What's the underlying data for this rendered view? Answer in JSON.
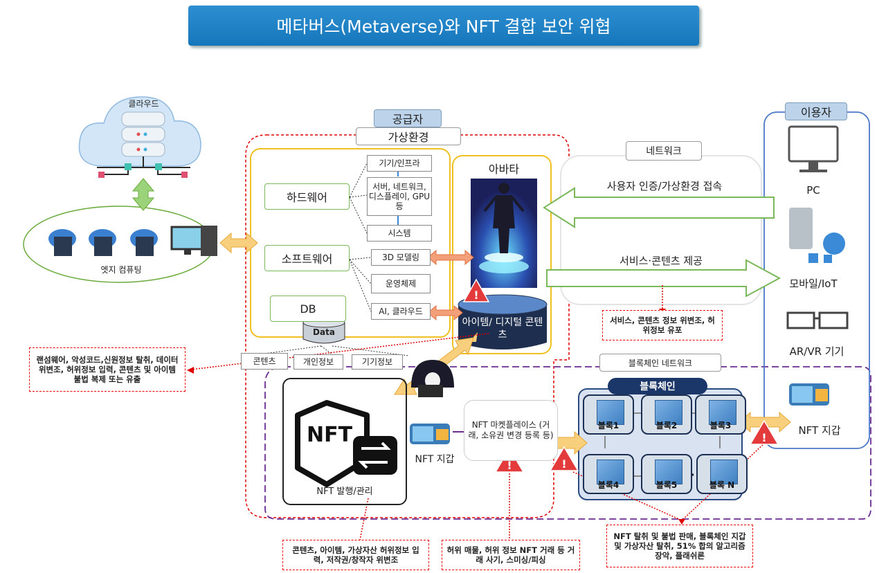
{
  "title": "메타버스(Metaverse)와 NFT 결합 보안 위협",
  "cloud": {
    "label": "클라우드"
  },
  "edge": {
    "label": "엣지 컴퓨팅"
  },
  "supplier": {
    "tag": "공급자",
    "virtual_env": "가상환경",
    "hardware": "하드웨어",
    "software": "소프트웨어",
    "db": "DB",
    "data_cyl": "Data",
    "hw_items": [
      "기기/인프라",
      "서버, 네트워크, 디스플레이, GPU 등",
      "시스템"
    ],
    "sw_items": [
      "3D 모델링",
      "운영체제",
      "AI, 클라우드"
    ],
    "data_items": [
      "콘텐츠",
      "개인정보",
      "기기정보"
    ],
    "avatar": "아바타",
    "items_contents": "아이템/ 디지털 콘텐츠"
  },
  "network": {
    "title": "네트워크",
    "auth": "사용자 인증/가상환경 접속",
    "service": "서비스·콘텐츠 제공"
  },
  "user": {
    "tag": "이용자",
    "pc": "PC",
    "mobile": "모바일/IoT",
    "arvr": "AR/VR 기기",
    "wallet": "NFT 지갑"
  },
  "blockchain": {
    "network": "블록체인 네트워크",
    "title": "블록체인",
    "blocks": [
      "블록1",
      "블록2",
      "블록3",
      "블록4",
      "블록5",
      "블록 N"
    ]
  },
  "nft": {
    "logo": "NFT",
    "manage": "NFT 발행/관리",
    "wallet": "NFT 지갑",
    "market": "NFT 마켓플레이스 (거래, 소유권 변경 등록 등)"
  },
  "threats": {
    "ransomware": "랜섬웨어, 악성코드,신원정보 탈취, 데이터 위변조, 허위정보 입력, 콘텐츠 및 아이템 불법 복제 또는 유출",
    "service": "서비스, 콘텐츠 정보 위변조, 허위정보 유포",
    "content": "콘텐츠, 아이템, 가상자산 허위정보 입력, 저작권/창작자 위변조",
    "market": "허위 매물, 허위 정보 NFT 거래 등 거래 사기, 스미싱/피싱",
    "blockchain": "NFT 탈취 및 불법 판매, 블록체인 지갑 및 가상자산 탈취, 51% 합의 알고리즘 장악, 플래쉬론"
  },
  "colors": {
    "title_bg": "#1676bb",
    "supplier_border": "#e00000",
    "yellow": "#f0c020",
    "purple": "#6a2c91",
    "blue": "#4a78c8",
    "green": "#7ab85a"
  }
}
